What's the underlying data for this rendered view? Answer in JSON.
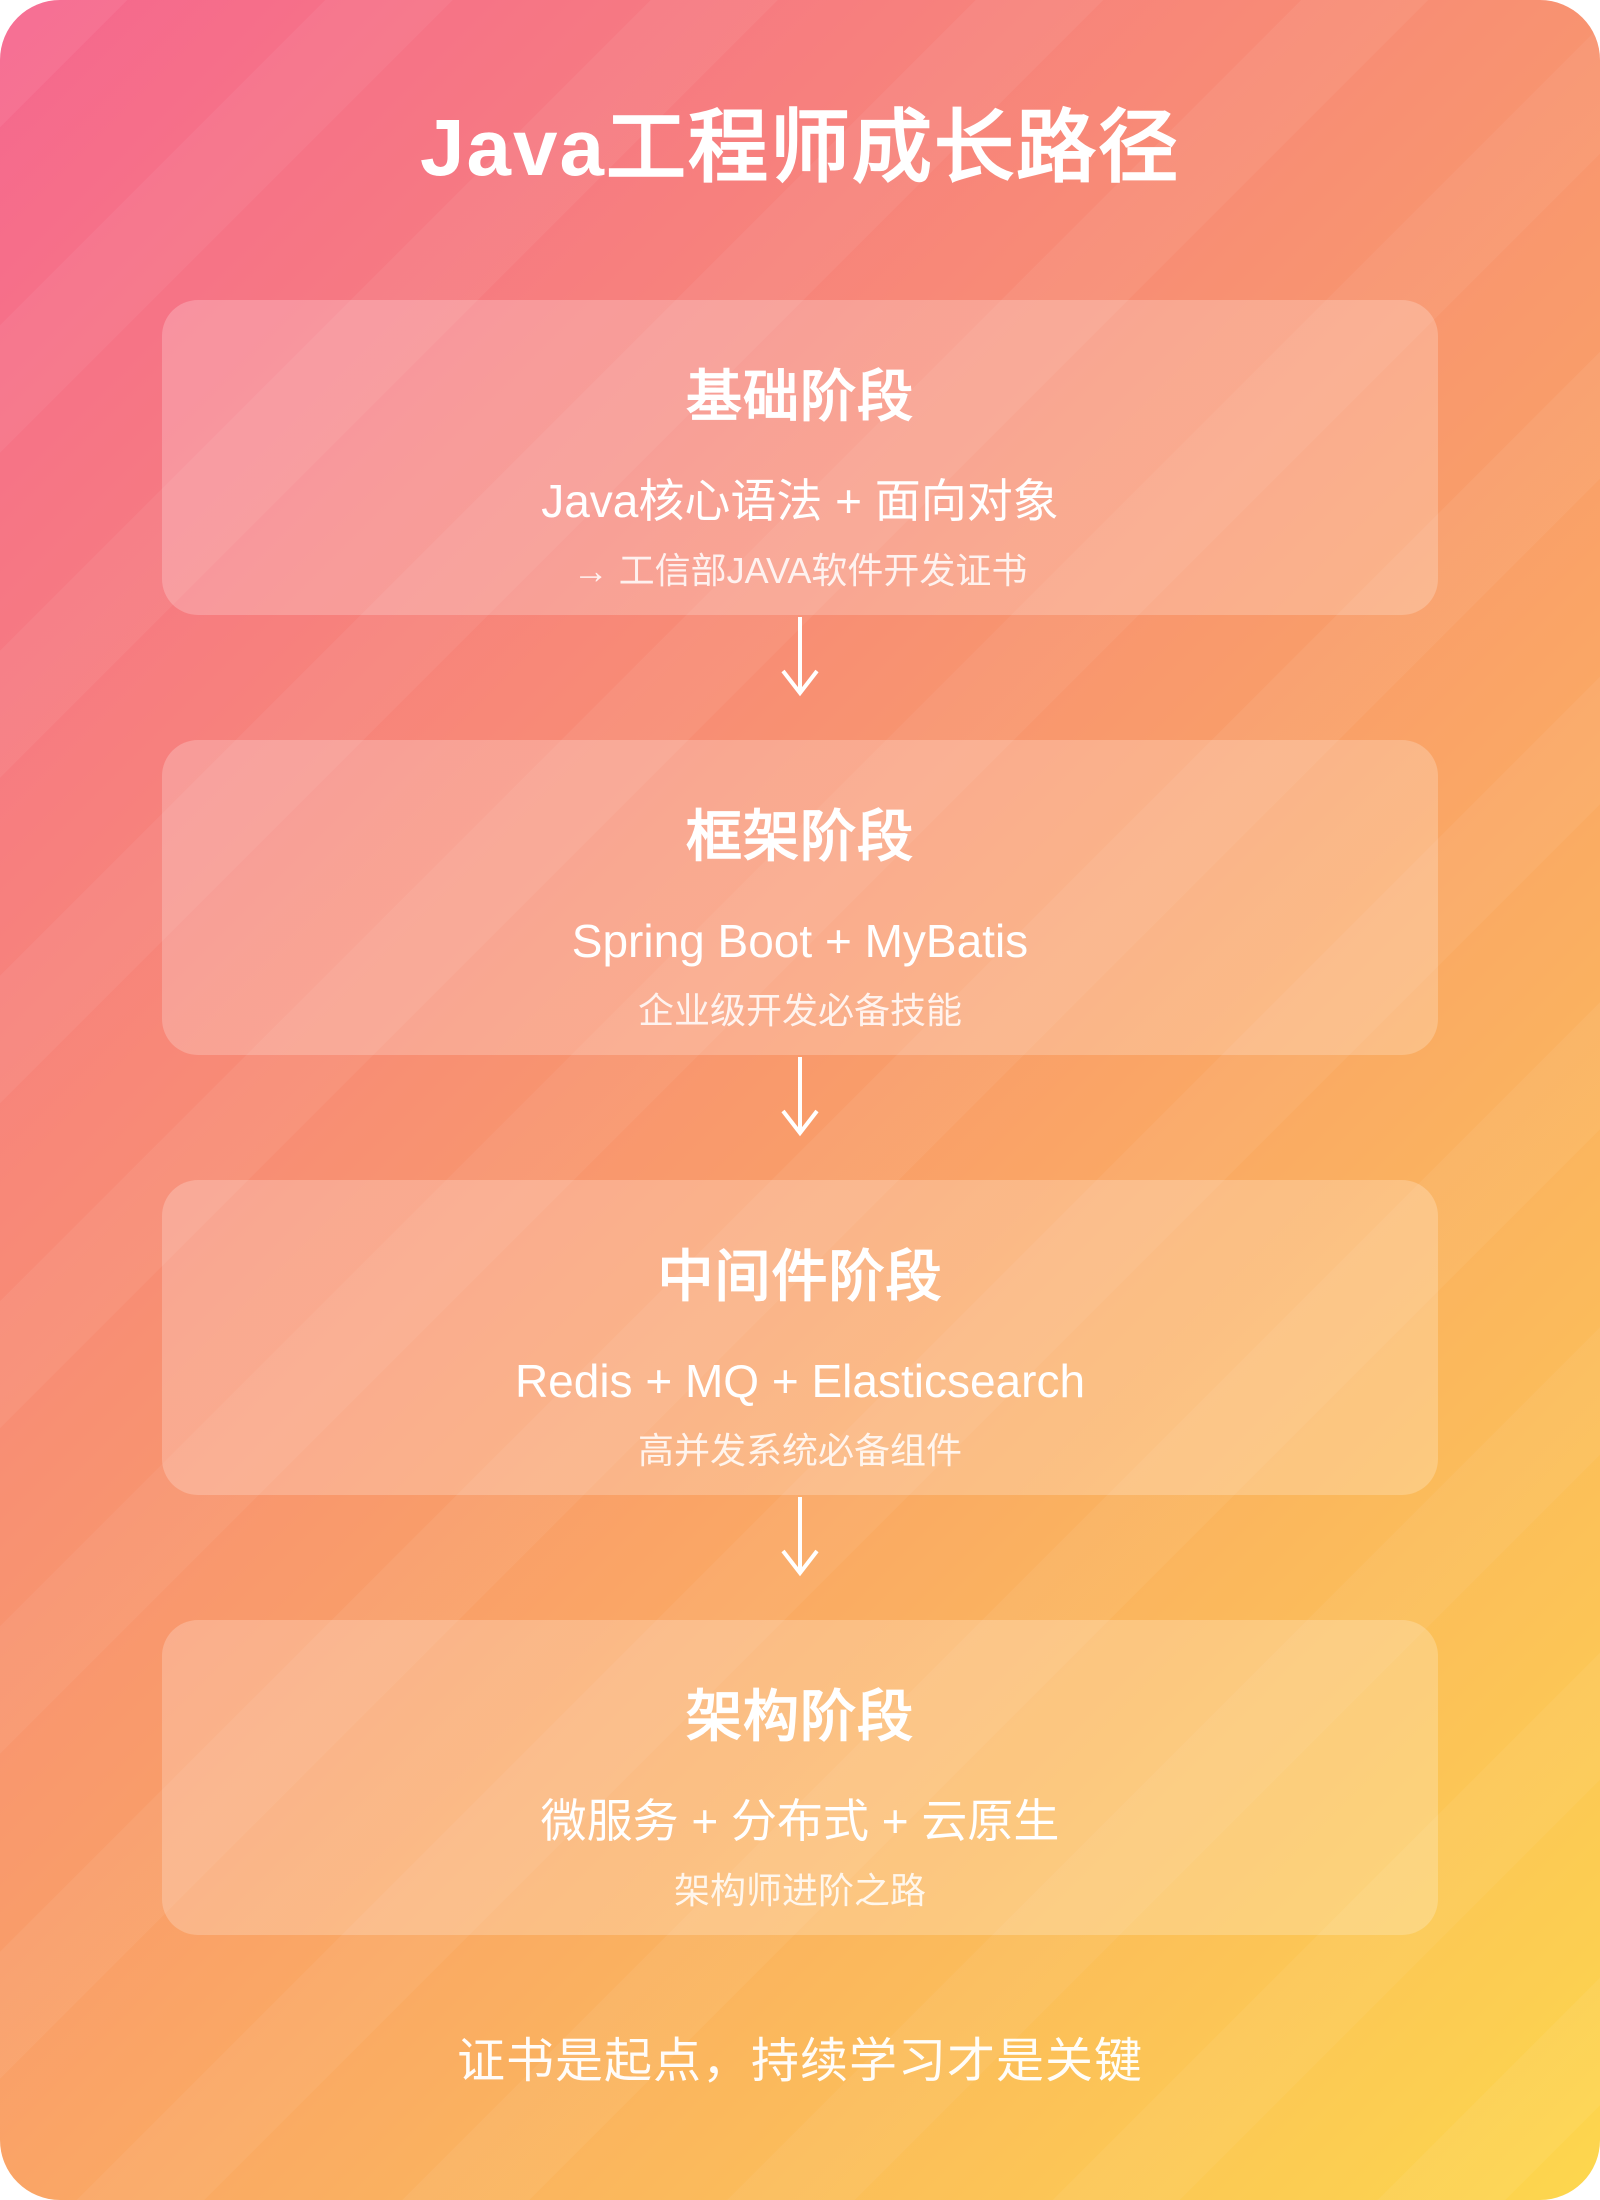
{
  "page": {
    "title": "Java工程师成长路径",
    "footer": "证书是起点，持续学习才是关键",
    "colors": {
      "gradient_start": "#f5678f",
      "gradient_mid": "#f99b6b",
      "gradient_end": "#fdd74d",
      "card_overlay": "rgba(255,255,255,0.22)",
      "text": "#ffffff"
    }
  },
  "stages": [
    {
      "title": "基础阶段",
      "skills": "Java核心语法 + 面向对象",
      "note": "→ 工信部JAVA软件开发证书"
    },
    {
      "title": "框架阶段",
      "skills": "Spring Boot + MyBatis",
      "note": "企业级开发必备技能"
    },
    {
      "title": "中间件阶段",
      "skills": "Redis + MQ + Elasticsearch",
      "note": "高并发系统必备组件"
    },
    {
      "title": "架构阶段",
      "skills": "微服务 + 分布式 + 云原生",
      "note": "架构师进阶之路"
    }
  ],
  "icons": {
    "flow_arrow": "down-arrow"
  }
}
